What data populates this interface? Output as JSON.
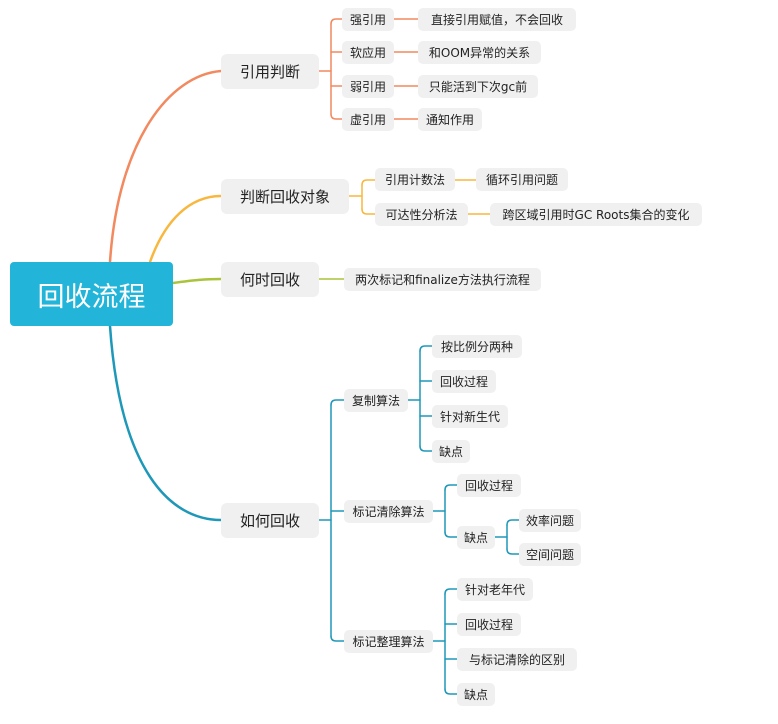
{
  "root": {
    "label": "回收流程",
    "color": "#23b5d9"
  },
  "branch_colors": {
    "ref": "#f2895f",
    "judge": "#f8b73e",
    "when": "#a9c33a",
    "how": "#1e98b8"
  },
  "branches": {
    "ref": {
      "label": "引用判断",
      "children": [
        {
          "label": "强引用",
          "detail": "直接引用赋值，不会回收"
        },
        {
          "label": "软应用",
          "detail": "和OOM异常的关系"
        },
        {
          "label": "弱引用",
          "detail": "只能活到下次gc前"
        },
        {
          "label": "虚引用",
          "detail": "通知作用"
        }
      ]
    },
    "judge": {
      "label": "判断回收对象",
      "children": [
        {
          "label": "引用计数法",
          "detail": "循环引用问题"
        },
        {
          "label": "可达性分析法",
          "detail": "跨区域引用时GC Roots集合的变化"
        }
      ]
    },
    "when": {
      "label": "何时回收",
      "detail": "两次标记和finalize方法执行流程"
    },
    "how": {
      "label": "如何回收",
      "copy": {
        "label": "复制算法",
        "items": [
          "按比例分两种",
          "回收过程",
          "针对新生代",
          "缺点"
        ]
      },
      "mark_sweep": {
        "label": "标记清除算法",
        "process": "回收过程",
        "flaw": "缺点",
        "flaw_items": [
          "效率问题",
          "空间问题"
        ]
      },
      "mark_compact": {
        "label": "标记整理算法",
        "items": [
          "针对老年代",
          "回收过程",
          "与标记清除的区别",
          "缺点"
        ]
      }
    }
  }
}
